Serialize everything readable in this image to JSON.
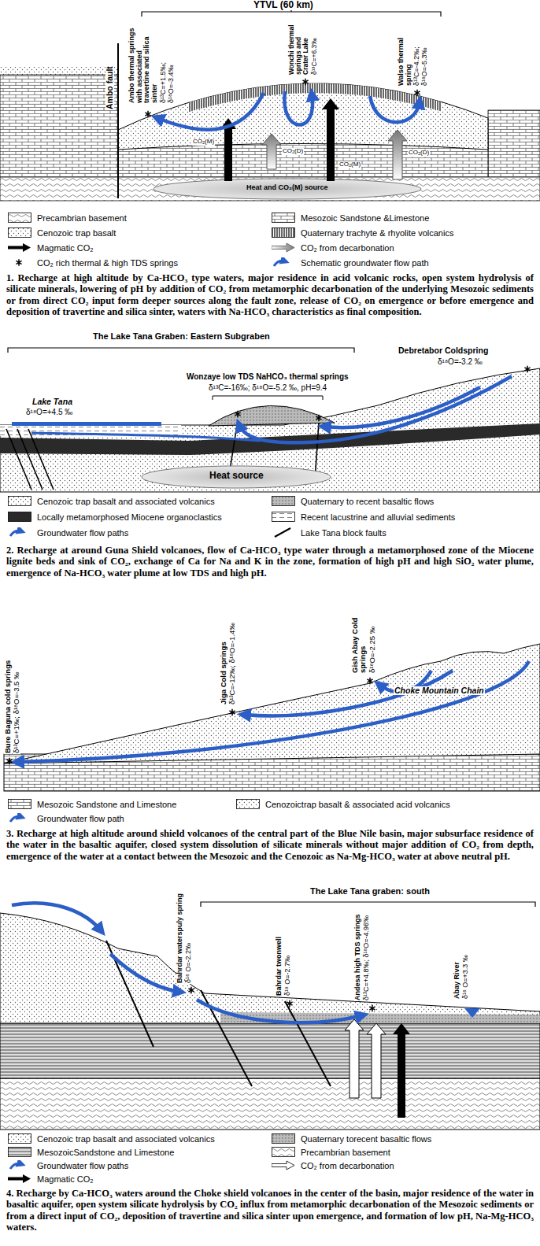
{
  "diagram": {
    "labels": [
      "YTVL (60 km)",
      "Ambo fault",
      "Ambo thermal springs with associated travertine and silica sinter",
      "δ¹³C=+1.5‰; δ¹⁸O=-3.4‰",
      "Wonchi thermal springs and Crater Lake",
      "δ¹³C=+6.3‰",
      "Walso thermal spring",
      "δ¹³C=-4.2‰; δ¹⁸O=-5.3‰",
      "CO₂(M)",
      "CO₂(D)",
      "CO₂(D)",
      "CO₂(M)",
      "Heat and CO₂(M) source",
      "1. Recharge at high altitude by Ca-HCO₃ type waters, major residence in acid volcanic rocks, open system hydrolysis of silicate minerals, lowering of pH by addition of CO₂ from metamorphic decarbonation of the underlying Mesozoic sediments or from direct CO₂ input form deeper sources along the fault zone, release of CO₂ on emergence or before emergence and deposition of travertine and silica sinter, waters with Na-HCO₃ characteristics as final composition.",
      "The Lake Tana Graben: Eastern Subgraben",
      "Debretabor Coldspring",
      "δ¹⁸O=-3.2 ‰",
      "Wonzaye low TDS NaHCO₃ thermal springs",
      "δ¹³C=-16‰; δ¹⁸O=-5.2 ‰, pH=9.4",
      "Lake Tana",
      "δ¹⁸O=+4.5 ‰",
      "Heat source",
      "2. Recharge at around Guna Shield volcanoes, flow of Ca-HCO₃ type water through a metamorphosed zone of the Miocene lignite beds and sink of CO₂, exchange of Ca for Na and K in the zone, formation of high pH and high SiO₂ water plume, emergence of Na-HCO₃ water plume at low TDS and high pH.",
      "Bure Baguna cold springs",
      "δ¹³C=+1‰; δ¹⁸O=-3.5 ‰",
      "Jiga Cold springs",
      "δ¹³C=-12‰; δ¹⁸O=-1.4‰",
      "Gish Abay Cold springs",
      "δ¹⁸O=-2.25 ‰",
      "Choke Mountain Chain",
      "3. Recharge at high altitude around shield volcanoes of the central part of the Blue Nile basin, major subsurface residence of the water in the basaltic aquifer, closed system dissolution of silicate minerals without major addition of CO₂ from depth, emergence of the water at a contact between the Mesozoic and the Cenozoic as Na-Mg-HCO₃ water at above neutral pH.",
      "The Lake Tana graben: south",
      "Bahrdar waterspuly spring",
      "δ¹⁸ O=-2.2‰",
      "Bahrdar twonwell",
      "δ¹⁸ O=-2.7‰",
      "Andesa high TDS springs",
      "δ¹³C=+4.8‰; δ¹⁸O=-4.96‰",
      "Abay River",
      "δ¹⁸ O=+3.3 ‰",
      "4. Recharge by Ca-HCO₃ waters around the Choke shield volcanoes in the center of the basin, major residence of the water in basaltic aquifer, open system silicate hydrolysis by CO₂ influx from metamorphic decarbonation of the Mesozoic sediments or from a direct input of CO₂, deposition of travertine and silica sinter upon emergence, and formation of low pH, Na-Mg-HCO₃ waters."
    ],
    "legend": [
      {
        "text": "Precambrian basement"
      },
      {
        "text": "Mesozoic Sandstone &Limestone"
      },
      {
        "text": "Cenozoic trap basalt"
      },
      {
        "text": "Quaternary trachyte & rhyolite volcanics"
      },
      {
        "text": "Magmatic CO₂"
      },
      {
        "text": "CO₂ from decarbonation"
      },
      {
        "text": "CO₂ rich thermal & high TDS springs"
      },
      {
        "text": "Schematic groundwater flow path"
      },
      {
        "text": "Cenozoic trap basalt and associated volcanics"
      },
      {
        "text": "Quaternary to recent basaltic flows"
      },
      {
        "text": "Locally metamorphosed Miocene organoclastics"
      },
      {
        "text": "Recent lacustrine and alluvial sediments"
      },
      {
        "text": "Groundwater flow paths"
      },
      {
        "text": "Lake Tana block faults"
      },
      {
        "text": "Mesozoic Sandstone and Limestone"
      },
      {
        "text": "Cenozoictrap basalt & associated acid volcanics"
      },
      {
        "text": "Groundwater flow path"
      },
      {
        "text": "Cenozoic trap basalt and associated volcanics"
      },
      {
        "text": "Quaternary torecent basaltic flows"
      },
      {
        "text": "MesozoicSandstone and Limestone"
      },
      {
        "text": "Precambrian basement"
      },
      {
        "text": "Groundwater flow paths"
      },
      {
        "text": "CO₂ from decarbonation"
      },
      {
        "text": "Magmatic CO₂"
      }
    ]
  }
}
